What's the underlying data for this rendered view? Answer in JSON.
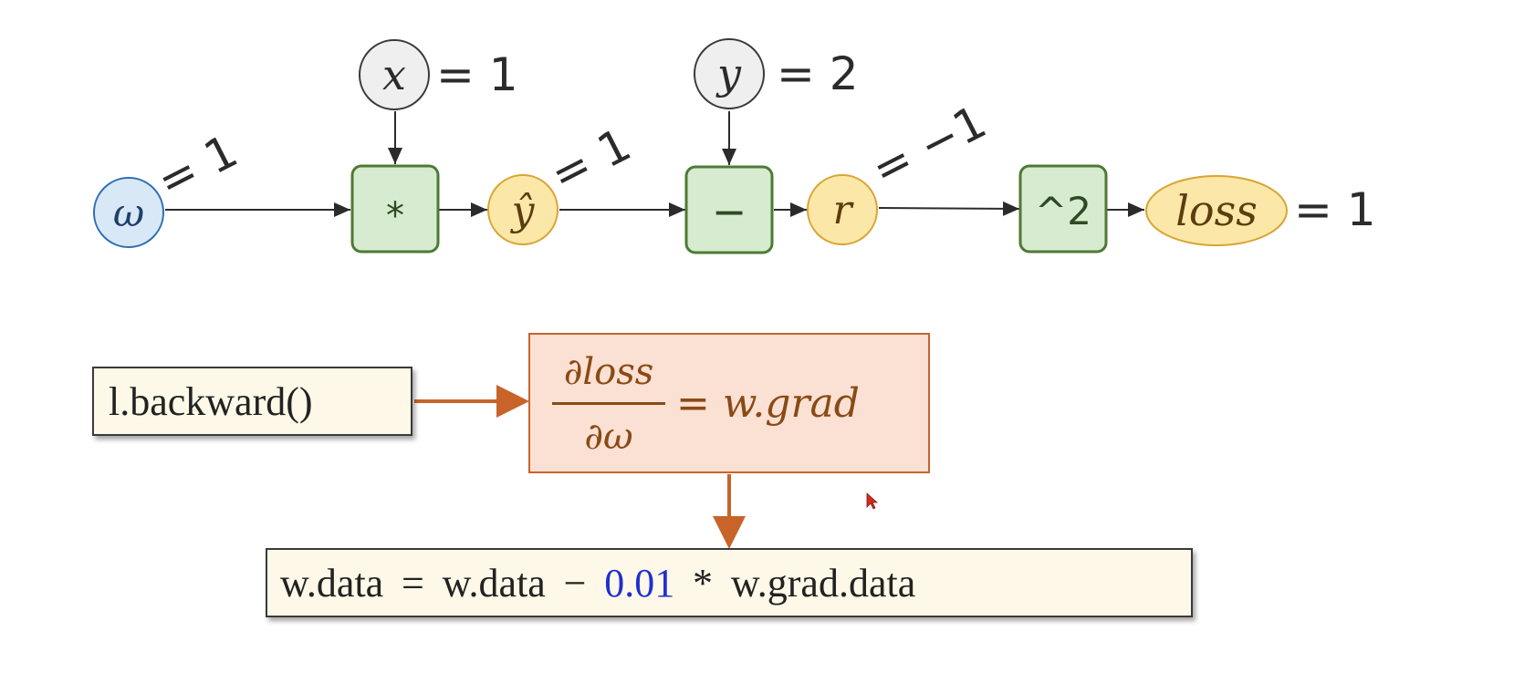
{
  "graph": {
    "nodes": {
      "w": {
        "label": "ω",
        "value_text": "= 1"
      },
      "x": {
        "label": "x",
        "value_text": "= 1"
      },
      "y": {
        "label": "y",
        "value_text": "= 2"
      },
      "mul": {
        "label": "*"
      },
      "yhat": {
        "label": "ŷ",
        "value_text": "= 1"
      },
      "sub": {
        "label": "−"
      },
      "r": {
        "label": "r",
        "value_text": "= −1"
      },
      "sq": {
        "label": "^2"
      },
      "loss": {
        "label": "loss",
        "value_text": "= 1"
      }
    }
  },
  "backward_call": "l.backward()",
  "gradient": {
    "numerator": "∂loss",
    "denominator": "∂ω",
    "equals": "=",
    "rhs": "w.grad"
  },
  "update": {
    "left": "w.data",
    "eq": "=",
    "w_data": "w.data",
    "minus": "−",
    "lr": "0.01",
    "times": "*",
    "grad": "w.grad.data"
  },
  "colors": {
    "input_fill": "#d9e8f6",
    "input_stroke": "#2f6fb5",
    "const_fill": "#efefef",
    "const_stroke": "#3a3a3a",
    "op_fill": "#d6ebcf",
    "op_stroke": "#4e7a35",
    "inter_fill": "#fbe7a8",
    "inter_stroke": "#d8a534",
    "arrow_orange": "#c8642a",
    "grad_text": "#8a4a16",
    "lr_blue": "#1f2fd1"
  }
}
